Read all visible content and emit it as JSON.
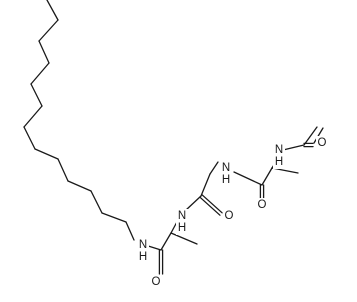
{
  "molecule": {
    "atoms": [
      {
        "id": "o_ac",
        "label": "O"
      },
      {
        "id": "n_ac",
        "label": "N",
        "sub": "H"
      },
      {
        "id": "n_gly",
        "label": "N",
        "sub": "H"
      },
      {
        "id": "o_ala1",
        "label": "O"
      },
      {
        "id": "n_ala2",
        "label": "N",
        "sub": "H"
      },
      {
        "id": "o_gly",
        "label": "O"
      },
      {
        "id": "n_dodec",
        "label": "N",
        "sub": "H"
      },
      {
        "id": "o_ala2",
        "label": "O"
      }
    ]
  }
}
